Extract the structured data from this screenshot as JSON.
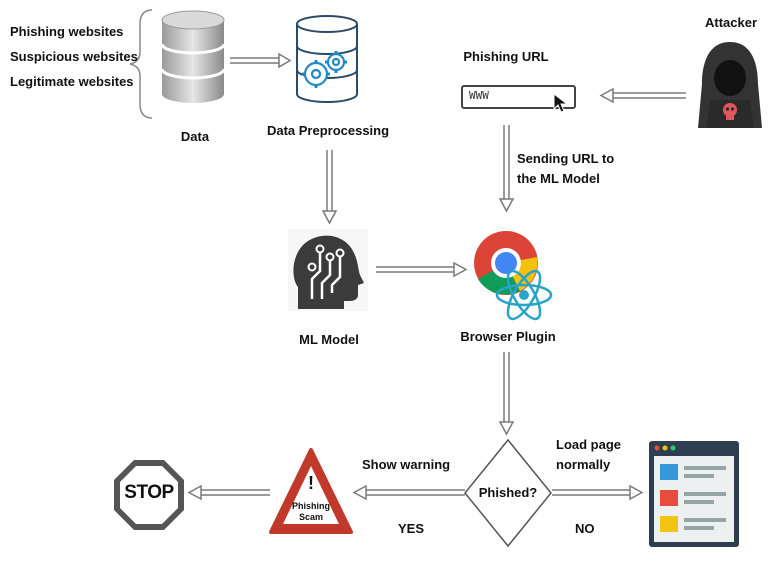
{
  "sources": {
    "items": [
      "Phishing websites",
      "Suspicious websites",
      "Legitimate websites"
    ]
  },
  "nodes": {
    "data": "Data",
    "preprocessing": "Data Preprocessing",
    "attacker": "Attacker",
    "phishing_url": "Phishing URL",
    "url_text": "WWW",
    "ml_model": "ML Model",
    "browser_plugin": "Browser Plugin",
    "decision": "Phished?",
    "scam_exclaim": "!",
    "scam_line1": "Phishing",
    "scam_line2": "Scam",
    "stop": "STOP"
  },
  "edges": {
    "sending_url_line1": "Sending URL to",
    "sending_url_line2": "the ML Model",
    "show_warning": "Show warning",
    "yes": "YES",
    "load_page_line1": "Load page",
    "load_page_line2": "normally",
    "no": "NO"
  },
  "colors": {
    "arrow": "#8a8a8a",
    "warning_red": "#c0392b",
    "stop_gray": "#666666",
    "browser_frame": "#2c3e50",
    "attacker_hood": "#333333"
  },
  "icons": [
    "database-icon",
    "gear-database-icon",
    "attacker-icon",
    "url-bar-icon",
    "ai-head-icon",
    "chrome-icon",
    "react-icon",
    "warning-sign-icon",
    "stop-sign-icon",
    "browser-window-icon"
  ]
}
